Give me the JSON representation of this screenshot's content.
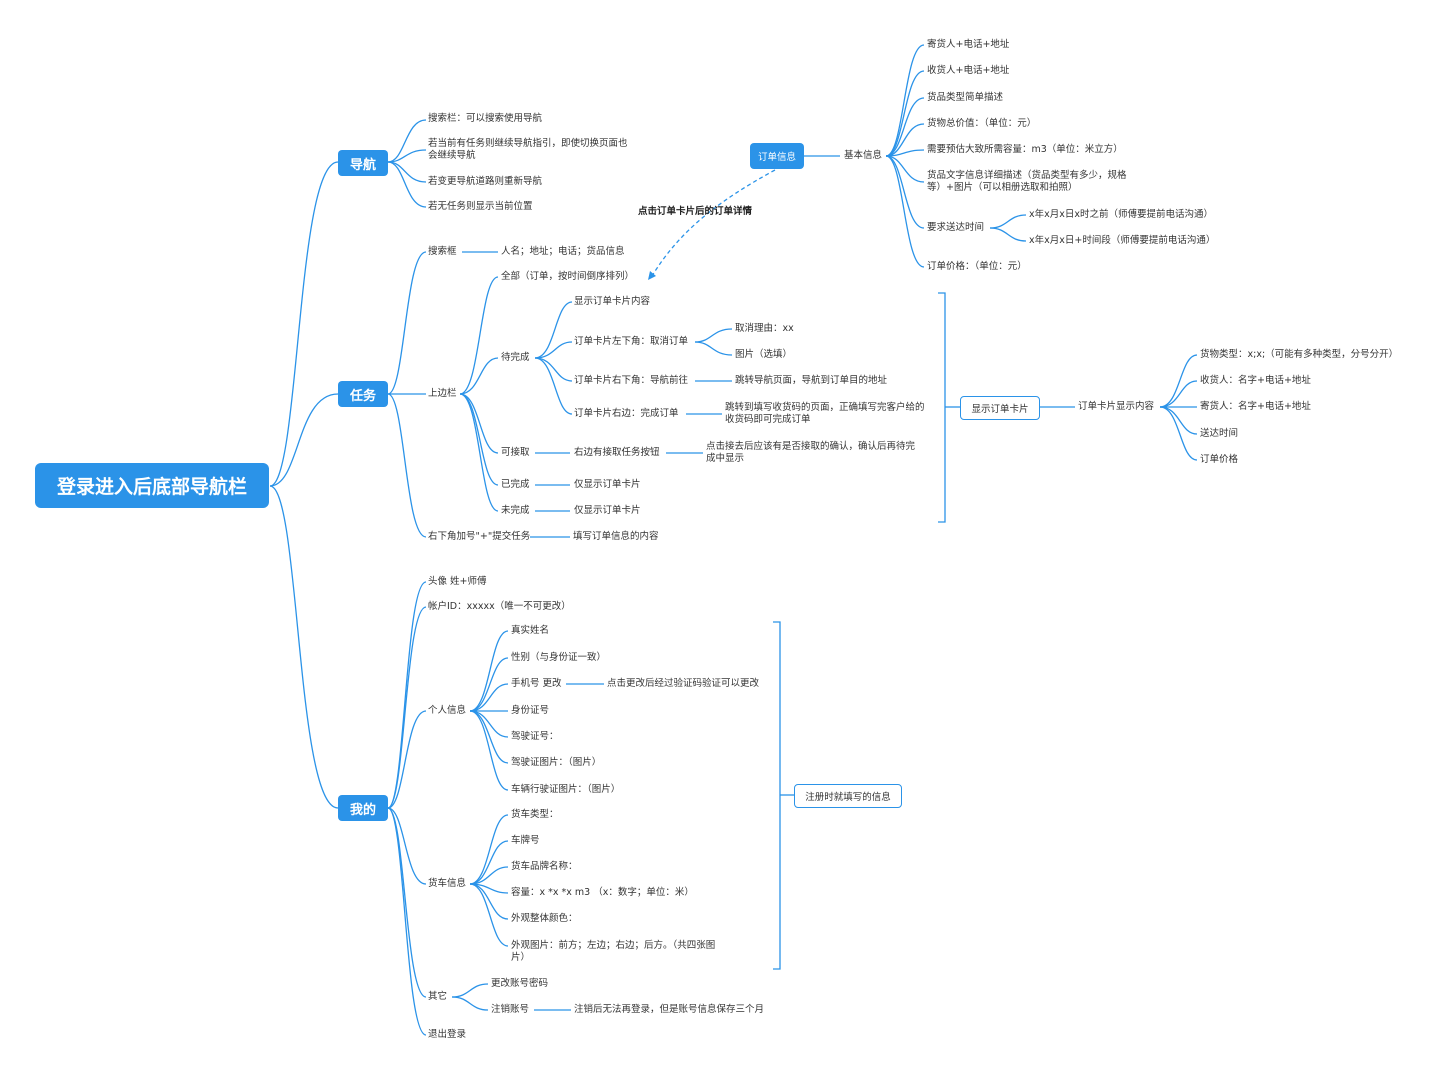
{
  "root": "登录进入后底部导航栏",
  "nav": {
    "title": "导航",
    "items": [
      "搜索栏：可以搜索使用导航",
      "若当前有任务则继续导航指引，即使切换页面也会继续导航",
      "若变更导航道路则重新导航",
      "若无任务则显示当前位置"
    ]
  },
  "task": {
    "title": "任务",
    "search": {
      "label": "搜索框",
      "detail": "人名；地址；电话；货品信息"
    },
    "topbar": "上边栏",
    "all": "全部（订单，按时间倒序排列）",
    "pending": {
      "label": "待完成",
      "show_card": "显示订单卡片内容",
      "cancel": {
        "label": "订单卡片左下角：取消订单",
        "reason": "取消理由：xx",
        "image": "图片（选填）"
      },
      "nav": {
        "label": "订单卡片右下角：导航前往",
        "detail": "跳转导航页面，导航到订单目的地址"
      },
      "complete": {
        "label": "订单卡片右边：完成订单",
        "detail": "跳转到填写收货码的页面，正确填写完客户给的收货码即可完成订单"
      }
    },
    "available": {
      "label": "可接取",
      "button": "右边有接取任务按钮",
      "detail": "点击接去后应该有是否接取的确认，确认后再待完成中显示"
    },
    "done": {
      "label": "已完成",
      "detail": "仅显示订单卡片"
    },
    "undone": {
      "label": "未完成",
      "detail": "仅显示订单卡片"
    },
    "submit": {
      "label": "右下角加号\"+\"提交任务",
      "detail": "填写订单信息的内容"
    }
  },
  "order_info": {
    "title": "订单信息",
    "annotation": "点击订单卡片后的订单详情",
    "basic": "基本信息",
    "items": [
      "寄货人+电话+地址",
      "收货人+电话+地址",
      "货品类型简单描述",
      "货物总价值：（单位：元）",
      "需要预估大致所需容量：m3（单位：米立方）",
      "货品文字信息详细描述（货品类型有多少，规格等）+图片（可以相册选取和拍照）"
    ],
    "time": {
      "label": "要求送达时间",
      "options": [
        "x年x月x日x时之前（师傅要提前电话沟通）",
        "x年x月x日+时间段（师傅要提前电话沟通）"
      ]
    },
    "price": "订单价格：（单位：元）"
  },
  "card_display": {
    "label": "显示订单卡片",
    "content_label": "订单卡片显示内容",
    "items": [
      "货物类型：x;x;（可能有多种类型，分号分开）",
      "收货人：名字+电话+地址",
      "寄货人：名字+电话+地址",
      "送达时间",
      "订单价格"
    ]
  },
  "mine": {
    "title": "我的",
    "avatar": "头像 姓+师傅",
    "account_id": "帐户ID：xxxxx（唯一不可更改）",
    "personal": {
      "label": "个人信息",
      "items": [
        "真实姓名",
        "性别（与身份证一致）",
        "手机号 更改",
        "身份证号",
        "驾驶证号：",
        "驾驶证图片：（图片）",
        "车辆行驶证图片：（图片）"
      ],
      "phone_detail": "点击更改后经过验证码验证可以更改"
    },
    "truck": {
      "label": "货车信息",
      "items": [
        "货车类型：",
        "车牌号",
        "货车品牌名称：",
        "容量：x *x *x m3 （x：数字；单位：米）",
        "外观整体颜色：",
        "外观图片：前方；左边；右边；后方。（共四张图片）"
      ]
    },
    "register_note": "注册时就填写的信息",
    "other": {
      "label": "其它",
      "change_pwd": "更改账号密码",
      "cancel_acct": "注销账号",
      "cancel_detail": "注销后无法再登录，但是账号信息保存三个月"
    },
    "logout": "退出登录"
  }
}
